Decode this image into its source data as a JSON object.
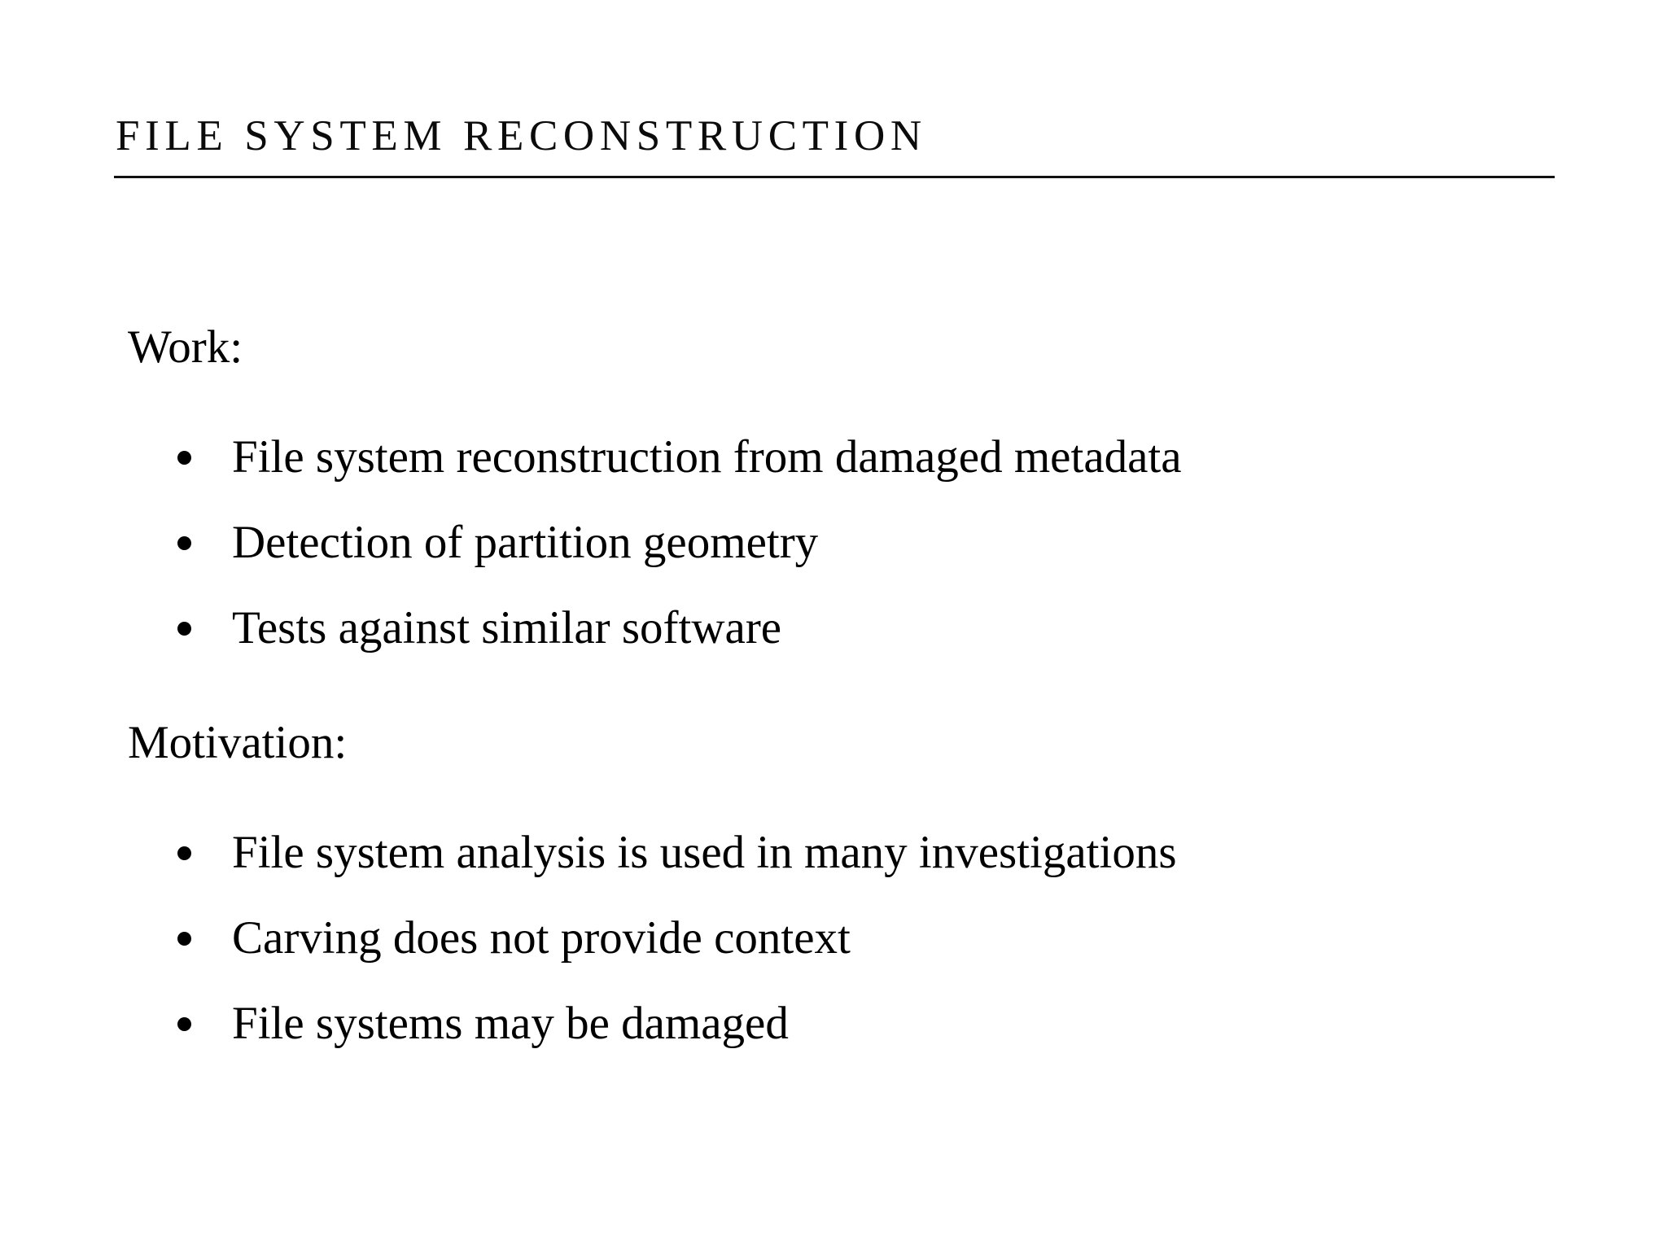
{
  "slide": {
    "title": "FILE SYSTEM RECONSTRUCTION",
    "background_color": "#ffffff",
    "text_color": "#000000",
    "rule_color": "#111111",
    "sections": [
      {
        "heading": "Work:",
        "bullets": [
          "File system reconstruction from damaged metadata",
          "Detection of partition geometry",
          "Tests against similar software"
        ]
      },
      {
        "heading": "Motivation:",
        "bullets": [
          "File system analysis is used in many investigations",
          "Carving does not provide context",
          "File systems may be damaged"
        ]
      }
    ]
  }
}
